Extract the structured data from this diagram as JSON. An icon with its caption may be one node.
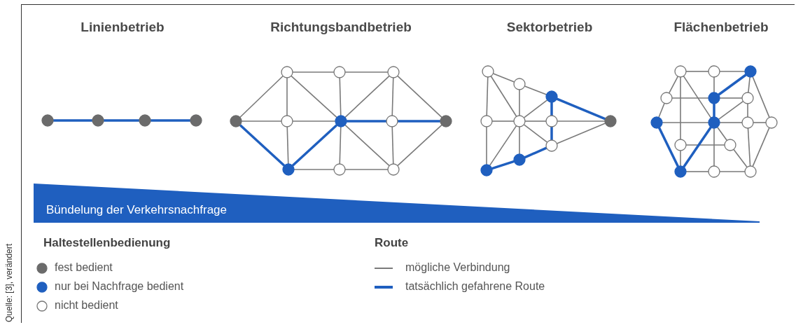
{
  "diagram": {
    "nodes": [
      {
        "text": [],
        "shape": "circle"
      },
      {
        "text": [],
        "shape": "circle"
      },
      {
        "text": [],
        "shape": "circle"
      },
      {
        "text": [],
        "shape": "circle"
      },
      {
        "text": [],
        "shape": "circle"
      },
      {
        "text": [],
        "shape": "circle"
      },
      {
        "text": [],
        "shape": "circle"
      },
      {
        "text": [],
        "shape": "circle"
      },
      {
        "text": [],
        "shape": "circle"
      },
      {
        "text": [],
        "shape": "circle"
      },
      {
        "text": [],
        "shape": "circle"
      },
      {
        "text": [],
        "shape": "circle"
      },
      {
        "text": [],
        "shape": "circle"
      },
      {
        "text": [],
        "shape": "circle"
      },
      {
        "text": [],
        "shape": "circle"
      },
      {
        "text": [],
        "shape": "circle"
      },
      {
        "text": [],
        "shape": "circle"
      },
      {
        "text": [],
        "shape": "circle"
      },
      {
        "text": [],
        "shape": "circle"
      },
      {
        "text": [],
        "shape": "circle"
      },
      {
        "text": [],
        "shape": "circle"
      },
      {
        "text": [],
        "shape": "circle"
      },
      {
        "text": [],
        "shape": "circle"
      },
      {
        "text": [],
        "shape": "circle"
      },
      {
        "text": [],
        "shape": "circle"
      },
      {
        "text": [],
        "shape": "circle"
      },
      {
        "text": [],
        "shape": "circle"
      },
      {
        "text": [],
        "shape": "circle"
      },
      {
        "text": [],
        "shape": "circle"
      },
      {
        "text": [],
        "shape": "circle"
      },
      {
        "text": [],
        "shape": "circle"
      },
      {
        "text": [],
        "shape": "circle"
      },
      {
        "text": [],
        "shape": "circle"
      },
      {
        "text": [],
        "shape": "circle"
      },
      {
        "text": [],
        "shape": "circle"
      },
      {
        "text": [],
        "shape": "circle"
      },
      {
        "text": [],
        "shape": "circle"
      },
      {
        "text": [],
        "shape": "circle"
      },
      {
        "text": [],
        "shape": "circle"
      },
      {
        "text": [],
        "shape": "circle"
      },
      {
        "text": [
          "Bündelung der Verkehrsnachfrage"
        ]
      }
    ],
    "edges": [
      {
        "from": 0,
        "to": 1,
        "arrow": "none",
        "style": "thick",
        "color": "#1f5fbf"
      },
      {
        "from": 1,
        "to": 2,
        "arrow": "none",
        "style": "thick",
        "color": "#1f5fbf"
      },
      {
        "from": 2,
        "to": 3,
        "arrow": "none",
        "style": "thick",
        "color": "#1f5fbf"
      },
      {
        "from": 7,
        "to": 4,
        "arrow": "none"
      },
      {
        "from": 4,
        "to": 5,
        "arrow": "none"
      },
      {
        "from": 5,
        "to": 6,
        "arrow": "none"
      },
      {
        "from": 6,
        "to": 11,
        "arrow": "none"
      },
      {
        "from": 7,
        "to": 8,
        "arrow": "none"
      },
      {
        "from": 8,
        "to": 9,
        "arrow": "none"
      },
      {
        "from": 4,
        "to": 8,
        "arrow": "none"
      },
      {
        "from": 8,
        "to": 12,
        "arrow": "none"
      },
      {
        "from": 4,
        "to": 9,
        "arrow": "none"
      },
      {
        "from": 5,
        "to": 9,
        "arrow": "none"
      },
      {
        "from": 9,
        "to": 13,
        "arrow": "none"
      },
      {
        "from": 9,
        "to": 6,
        "arrow": "none"
      },
      {
        "from": 6,
        "to": 10,
        "arrow": "none"
      },
      {
        "from": 10,
        "to": 14,
        "arrow": "none"
      },
      {
        "from": 9,
        "to": 14,
        "arrow": "none"
      },
      {
        "from": 11,
        "to": 14,
        "arrow": "none"
      },
      {
        "from": 12,
        "to": 13,
        "arrow": "none"
      },
      {
        "from": 13,
        "to": 14,
        "arrow": "none"
      },
      {
        "from": 7,
        "to": 12,
        "arrow": "none",
        "style": "thick",
        "color": "#1f5fbf"
      },
      {
        "from": 12,
        "to": 9,
        "arrow": "none",
        "style": "thick",
        "color": "#1f5fbf"
      },
      {
        "from": 9,
        "to": 10,
        "arrow": "none",
        "style": "thick",
        "color": "#1f5fbf"
      },
      {
        "from": 10,
        "to": 11,
        "arrow": "none",
        "style": "thick",
        "color": "#1f5fbf"
      },
      {
        "from": 15,
        "to": 16,
        "arrow": "none"
      },
      {
        "from": 16,
        "to": 17,
        "arrow": "none"
      },
      {
        "from": 15,
        "to": 18,
        "arrow": "none"
      },
      {
        "from": 15,
        "to": 19,
        "arrow": "none"
      },
      {
        "from": 16,
        "to": 19,
        "arrow": "none"
      },
      {
        "from": 18,
        "to": 19,
        "arrow": "none"
      },
      {
        "from": 19,
        "to": 20,
        "arrow": "none"
      },
      {
        "from": 20,
        "to": 21,
        "arrow": "none"
      },
      {
        "from": 19,
        "to": 17,
        "arrow": "none"
      },
      {
        "from": 19,
        "to": 22,
        "arrow": "none"
      },
      {
        "from": 19,
        "to": 23,
        "arrow": "none"
      },
      {
        "from": 19,
        "to": 24,
        "arrow": "none"
      },
      {
        "from": 18,
        "to": 24,
        "arrow": "none"
      },
      {
        "from": 22,
        "to": 21,
        "arrow": "none"
      },
      {
        "from": 17,
        "to": 21,
        "arrow": "none",
        "style": "thick",
        "color": "#1f5fbf"
      },
      {
        "from": 17,
        "to": 20,
        "arrow": "none",
        "style": "thick",
        "color": "#1f5fbf"
      },
      {
        "from": 20,
        "to": 22,
        "arrow": "none",
        "style": "thick",
        "color": "#1f5fbf"
      },
      {
        "from": 22,
        "to": 23,
        "arrow": "none",
        "style": "thick",
        "color": "#1f5fbf"
      },
      {
        "from": 23,
        "to": 24,
        "arrow": "none",
        "style": "thick",
        "color": "#1f5fbf"
      },
      {
        "from": 25,
        "to": 26,
        "arrow": "none"
      },
      {
        "from": 26,
        "to": 27,
        "arrow": "none"
      },
      {
        "from": 28,
        "to": 29,
        "arrow": "none"
      },
      {
        "from": 29,
        "to": 30,
        "arrow": "none"
      },
      {
        "from": 31,
        "to": 32,
        "arrow": "none"
      },
      {
        "from": 32,
        "to": 33,
        "arrow": "none"
      },
      {
        "from": 33,
        "to": 34,
        "arrow": "none"
      },
      {
        "from": 35,
        "to": 36,
        "arrow": "none"
      },
      {
        "from": 37,
        "to": 38,
        "arrow": "none"
      },
      {
        "from": 38,
        "to": 39,
        "arrow": "none"
      },
      {
        "from": 25,
        "to": 28,
        "arrow": "none"
      },
      {
        "from": 28,
        "to": 31,
        "arrow": "none"
      },
      {
        "from": 27,
        "to": 34,
        "arrow": "none"
      },
      {
        "from": 34,
        "to": 39,
        "arrow": "none"
      },
      {
        "from": 25,
        "to": 35,
        "arrow": "none"
      },
      {
        "from": 35,
        "to": 37,
        "arrow": "none"
      },
      {
        "from": 26,
        "to": 29,
        "arrow": "none"
      },
      {
        "from": 32,
        "to": 38,
        "arrow": "none"
      },
      {
        "from": 27,
        "to": 30,
        "arrow": "none"
      },
      {
        "from": 30,
        "to": 33,
        "arrow": "none"
      },
      {
        "from": 33,
        "to": 39,
        "arrow": "none"
      },
      {
        "from": 25,
        "to": 32,
        "arrow": "none"
      },
      {
        "from": 32,
        "to": 36,
        "arrow": "none"
      },
      {
        "from": 36,
        "to": 39,
        "arrow": "none"
      },
      {
        "from": 32,
        "to": 30,
        "arrow": "none"
      },
      {
        "from": 27,
        "to": 29,
        "arrow": "none",
        "style": "thick",
        "color": "#1f5fbf"
      },
      {
        "from": 29,
        "to": 32,
        "arrow": "none",
        "style": "thick",
        "color": "#1f5fbf"
      },
      {
        "from": 32,
        "to": 37,
        "arrow": "none",
        "style": "thick",
        "color": "#1f5fbf"
      },
      {
        "from": 37,
        "to": 31,
        "arrow": "none",
        "style": "thick",
        "color": "#1f5fbf"
      }
    ],
    "labels": [
      "Linienbetrieb",
      "Richtungsbandbetrieb",
      "Sektorbetrieb",
      "Flächenbetrieb",
      "Haltestellenbedienung",
      "Route",
      "Quelle: [3], verändert"
    ],
    "legend": [
      {
        "text": "fest bedient",
        "color": "#6b6b6b"
      },
      {
        "text": "nur bei Nachfrage bedient",
        "color": "#1f5fbf"
      },
      {
        "text": "nicht bedient"
      },
      {
        "text": "mögliche Verbindung"
      },
      {
        "text": "tatsächlich gefahrene Route"
      }
    ]
  }
}
